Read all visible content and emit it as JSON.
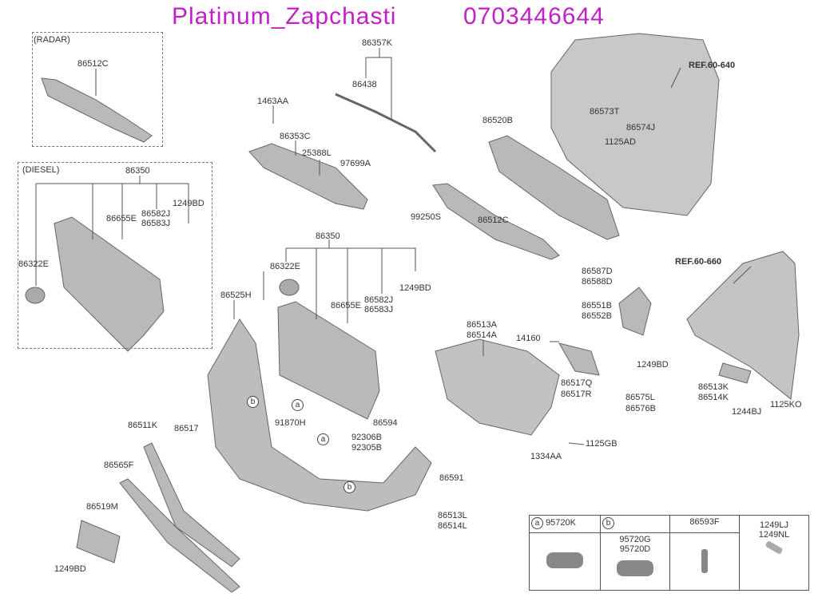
{
  "groups": {
    "radar": "(RADAR)",
    "diesel": "(DIESEL)"
  },
  "labels": {
    "radar_86512C": "86512C",
    "diesel_86350": "86350",
    "diesel_86655E": "86655E",
    "diesel_86582J": "86582J",
    "diesel_86583J": "86583J",
    "diesel_1249BD": "1249BD",
    "diesel_86322E": "86322E",
    "p86357K": "86357K",
    "p86438": "86438",
    "p1463AA": "1463AA",
    "p86353C": "86353C",
    "p25388L": "25388L",
    "p97699A": "97699A",
    "p86350": "86350",
    "p86322E": "86322E",
    "p86655E": "86655E",
    "p86582J": "86582J",
    "p86583J": "86583J",
    "p1249BD_a": "1249BD",
    "p86525H": "86525H",
    "p99250S": "99250S",
    "p86512C": "86512C",
    "p86520B": "86520B",
    "ref640": "REF.60-640",
    "p86573T": "86573T",
    "p86574J": "86574J",
    "p1125AD": "1125AD",
    "ref660": "REF.60-660",
    "p86587D": "86587D",
    "p86588D": "86588D",
    "p86551B": "86551B",
    "p86552B": "86552B",
    "p86513A": "86513A",
    "p86514A": "86514A",
    "p14160": "14160",
    "p1249BD_b": "1249BD",
    "p86517Q": "86517Q",
    "p86517R": "86517R",
    "p86575L": "86575L",
    "p86576B": "86576B",
    "p86513K": "86513K",
    "p86514K": "86514K",
    "p1244BJ": "1244BJ",
    "p1125KO": "1125KO",
    "p1125GB": "1125GB",
    "p1334AA": "1334AA",
    "p86594": "86594",
    "p92306B": "92306B",
    "p92305B": "92305B",
    "p86591": "86591",
    "p86513L": "86513L",
    "p86514L": "86514L",
    "p91870H": "91870H",
    "p86517": "86517",
    "p86511K": "86511K",
    "p86565F": "86565F",
    "p86519M": "86519M",
    "p1249BD_c": "1249BD"
  },
  "callouts": {
    "a": "a",
    "b": "b"
  },
  "table": {
    "col_a_letter": "a",
    "col_a_part": "95720K",
    "col_b_letter": "b",
    "col_b_part1": "95720G",
    "col_b_part2": "95720D",
    "col_c_part": "86593F",
    "col_d_part1": "1249LJ",
    "col_d_part2": "1249NL"
  },
  "watermark": {
    "line1": "Platinum_Zapchasti",
    "line2": "0703446644"
  }
}
